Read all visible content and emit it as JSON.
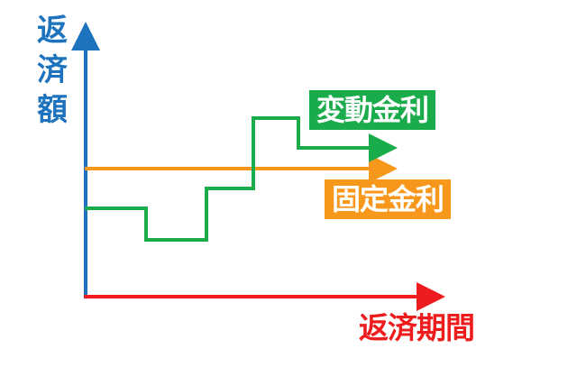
{
  "chart_data": {
    "type": "line",
    "title": "",
    "xlabel": "返済期間",
    "ylabel": "返済額",
    "colors": {
      "y_axis": "#1e73be",
      "x_axis": "#ee1c1c",
      "variable": "#1aab4b",
      "fixed": "#f7981d"
    },
    "series": [
      {
        "name": "変動金利",
        "style": "step",
        "points": [
          [
            94,
            231
          ],
          [
            162,
            231
          ],
          [
            162,
            266
          ],
          [
            229,
            266
          ],
          [
            229,
            209
          ],
          [
            281,
            209
          ],
          [
            281,
            131
          ],
          [
            331,
            131
          ],
          [
            331,
            164
          ],
          [
            425,
            164
          ]
        ]
      },
      {
        "name": "固定金利",
        "style": "flat",
        "points": [
          [
            94,
            187
          ],
          [
            425,
            187
          ]
        ]
      }
    ]
  },
  "labels": {
    "y_axis": [
      "返",
      "済",
      "額"
    ],
    "x_axis": "返済期間",
    "variable_rate": "変動金利",
    "fixed_rate": "固定金利"
  }
}
